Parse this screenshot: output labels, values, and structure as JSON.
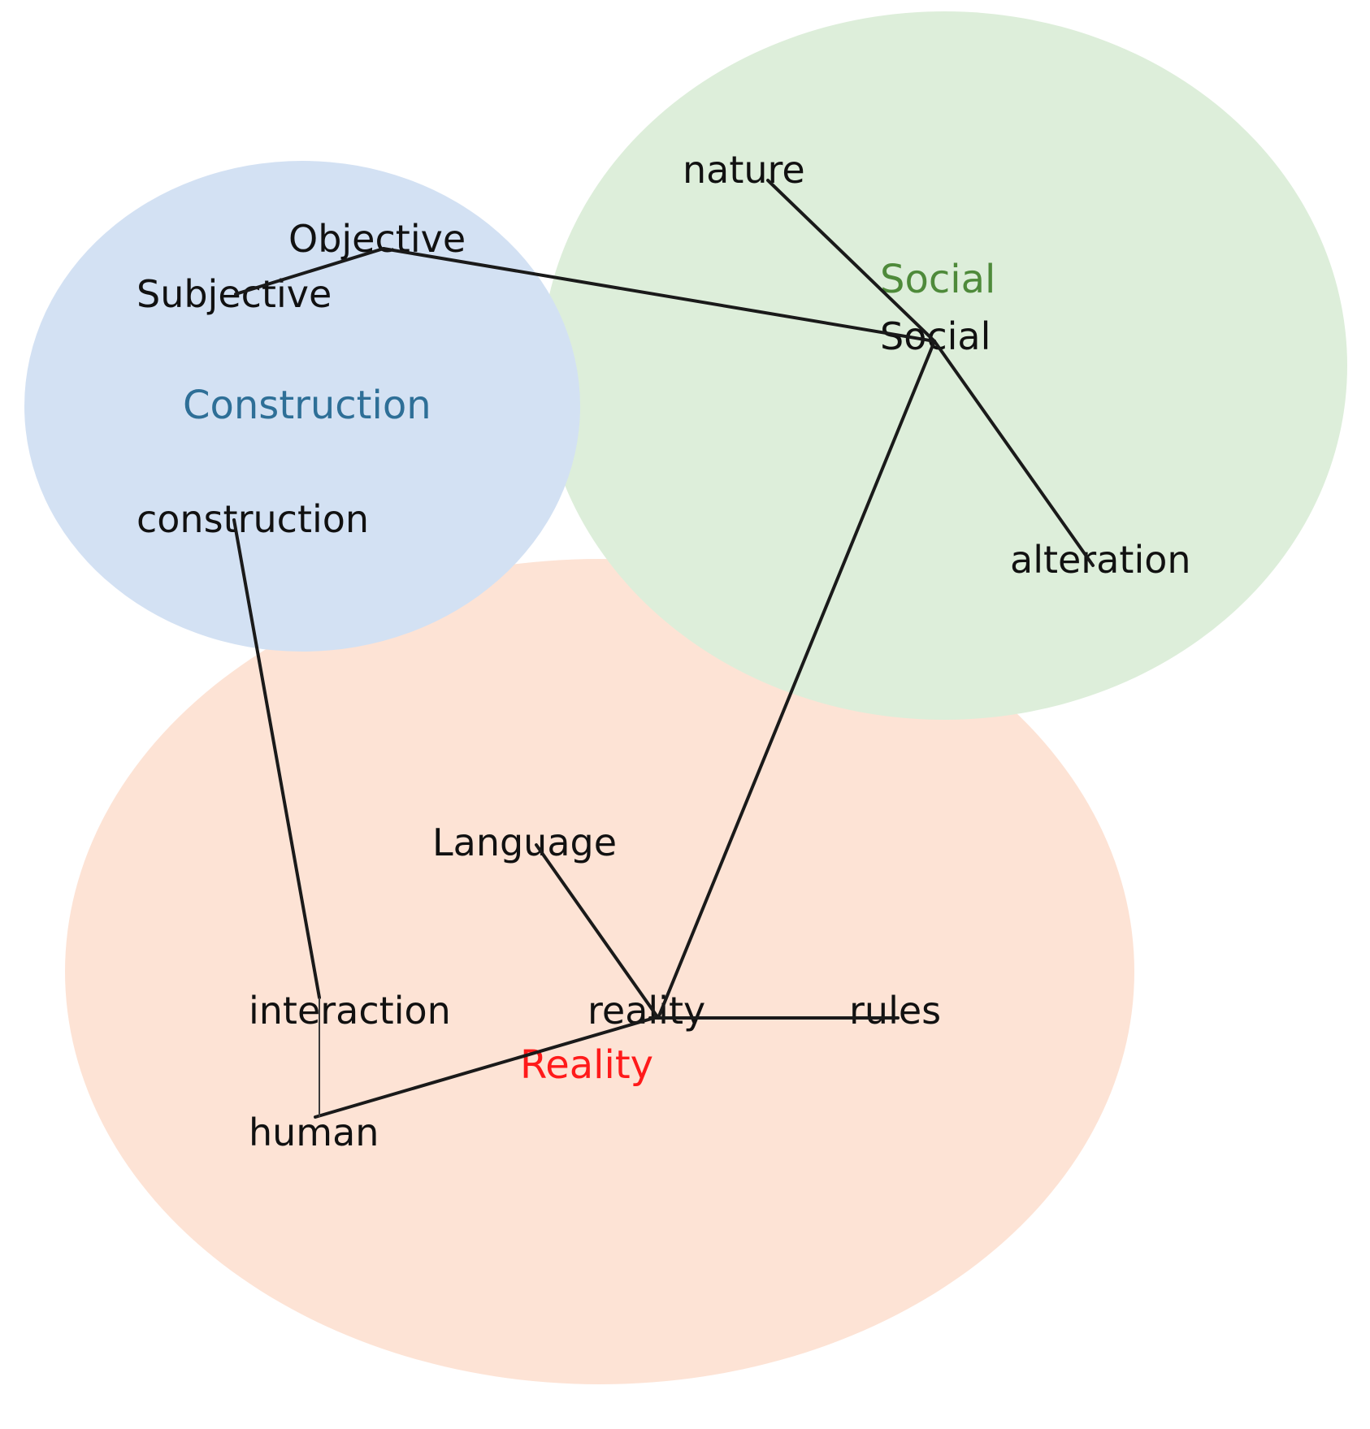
{
  "colors": {
    "construction_fill": "#d3e1f3",
    "social_fill": "#ddeeda",
    "reality_fill": "#fde3d5",
    "construction_label": "#2e6f97",
    "social_label": "#4e8a3a",
    "reality_label": "#ff1a1a",
    "edge": "#1a1a1a",
    "word": "#111111"
  },
  "circles": {
    "construction": {
      "label": "Construction"
    },
    "social": {
      "label": "Social"
    },
    "reality": {
      "label": "Reality"
    }
  },
  "words": {
    "objective": "Objective",
    "subjective": "Subjective",
    "construction": "construction",
    "nature": "nature",
    "social": "Social",
    "alteration": "alteration",
    "language": "Language",
    "interaction": "interaction",
    "reality": "reality",
    "rules": "rules",
    "human": "human"
  }
}
